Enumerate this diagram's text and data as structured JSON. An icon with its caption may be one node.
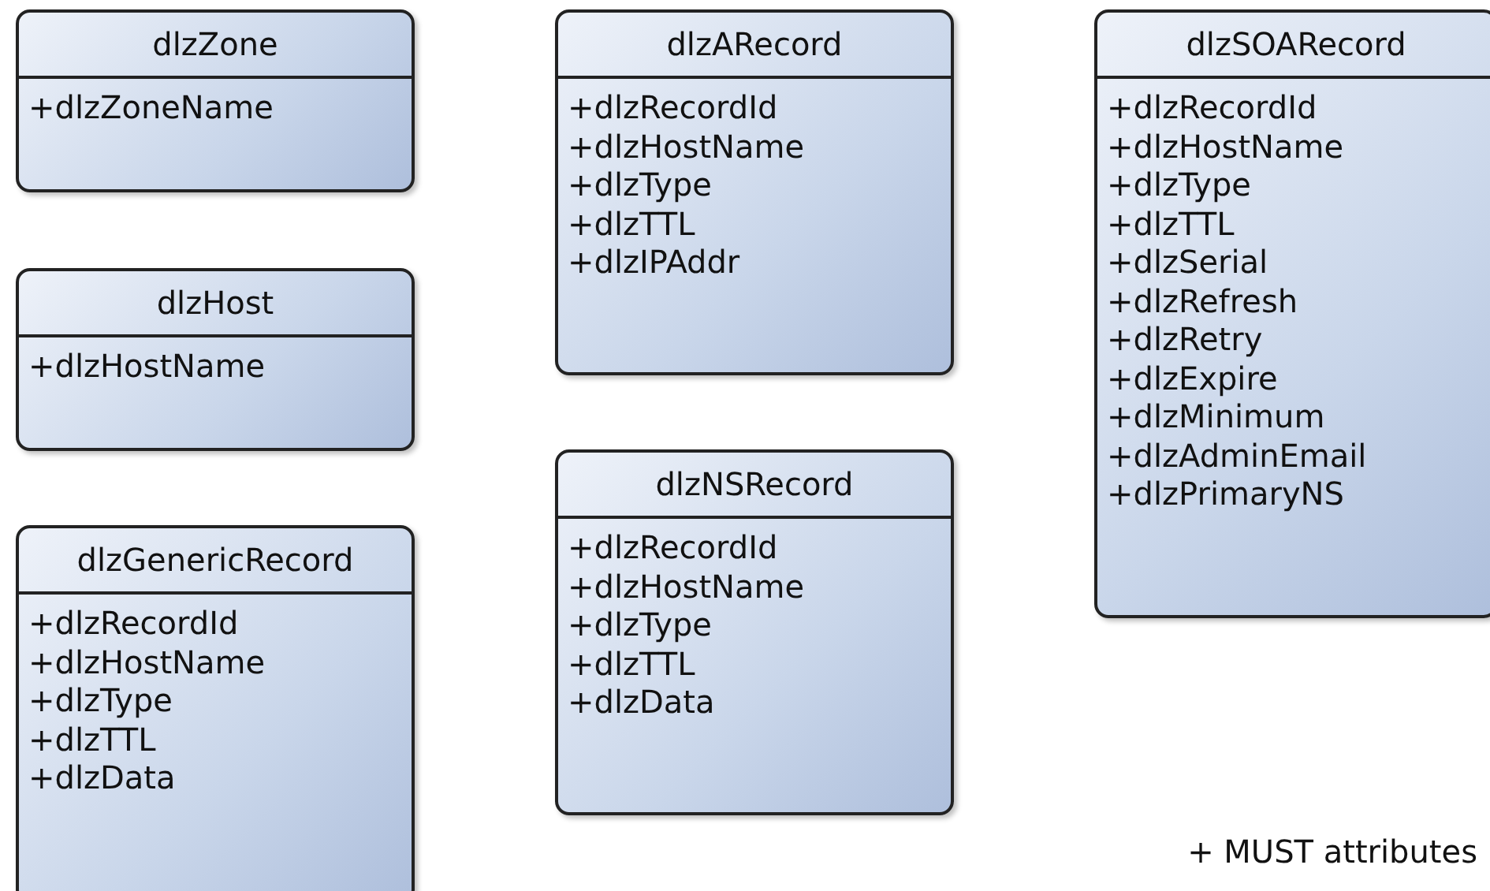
{
  "diagram": {
    "nodes": [
      {
        "text": [
          "dlzZone",
          "+dlzZoneName"
        ]
      },
      {
        "text": [
          "dlzHost",
          "+dlzHostName"
        ]
      },
      {
        "text": [
          "dlzGenericRecord",
          "+dlzRecordId",
          "+dlzHostName",
          "+dlzType",
          "+dlzTTL",
          "+dlzData"
        ]
      },
      {
        "text": [
          "dlzARecord",
          "+dlzRecordId",
          "+dlzHostName",
          "+dlzType",
          "+dlzTTL",
          "+dlzIPAddr"
        ]
      },
      {
        "text": [
          "dlzNSRecord",
          "+dlzRecordId",
          "+dlzHostName",
          "+dlzType",
          "+dlzTTL",
          "+dlzData"
        ]
      },
      {
        "text": [
          "dlzSOARecord",
          "+dlzRecordId",
          "+dlzHostName",
          "+dlzType",
          "+dlzTTL",
          "+dlzSerial",
          "+dlzRefresh",
          "+dlzRetry",
          "+dlzExpire",
          "+dlzMinimum",
          "+dlzAdminEmail",
          "+dlzPrimaryNS"
        ]
      }
    ],
    "labels": [
      "+ MUST attributes"
    ]
  }
}
